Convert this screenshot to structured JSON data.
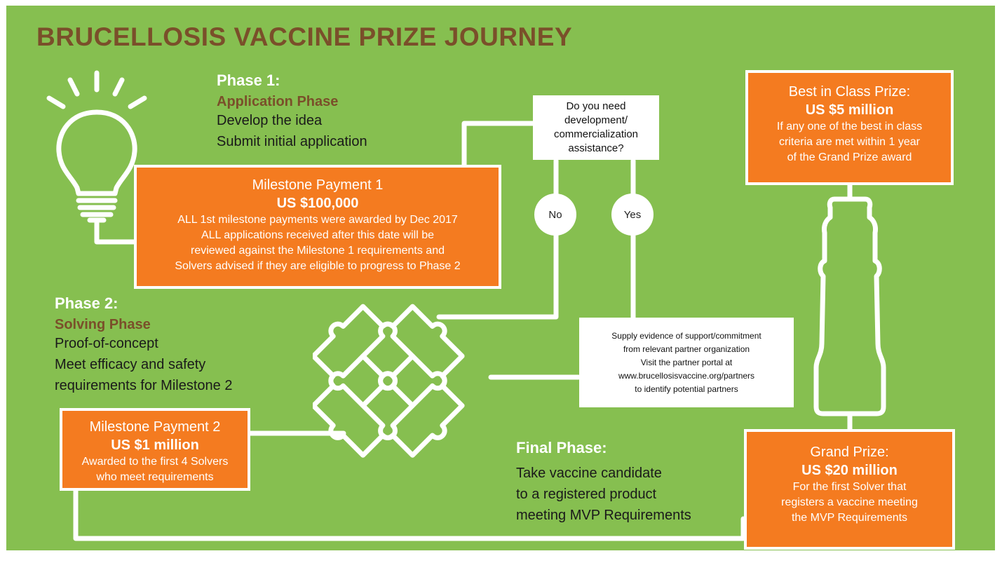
{
  "title": "BRUCELLOSIS VACCINE PRIZE JOURNEY",
  "phase1": {
    "heading": "Phase 1:",
    "subheading": "Application Phase",
    "lines": [
      "Develop the idea",
      "Submit initial application"
    ]
  },
  "milestone1": {
    "title": "Milestone Payment 1",
    "amount": "US $100,000",
    "lines": [
      "ALL 1st milestone payments were awarded by Dec 2017",
      "ALL applications received after this date will be",
      "reviewed against the Milestone 1 requirements  and",
      "Solvers advised if they are eligible to progress to Phase 2"
    ]
  },
  "question": {
    "lines": [
      "Do you need",
      "development/",
      "commercialization",
      "assistance?"
    ],
    "no_label": "No",
    "yes_label": "Yes"
  },
  "best_in_class": {
    "title": "Best in Class Prize:",
    "amount": "US $5 million",
    "lines": [
      "If any one of the best in class",
      "criteria are met within 1 year",
      "of the Grand Prize award"
    ]
  },
  "phase2": {
    "heading": "Phase 2:",
    "subheading": "Solving Phase",
    "lines": [
      "Proof-of-concept",
      "Meet efficacy and safety",
      "requirements for Milestone 2"
    ]
  },
  "partner_box": {
    "lines": [
      "Supply evidence of  support/commitment",
      "from relevant  partner organization",
      "Visit the partner portal at",
      "www.brucellosisvaccine.org/partners",
      "to identify potential partners"
    ]
  },
  "milestone2": {
    "title": "Milestone Payment 2",
    "amount": "US $1 million",
    "lines": [
      "Awarded to the first 4 Solvers",
      "who meet requirements"
    ]
  },
  "final_phase": {
    "heading": "Final Phase:",
    "lines": [
      "Take vaccine candidate",
      "to a registered product",
      "meeting MVP Requirements"
    ]
  },
  "grand_prize": {
    "title": "Grand Prize:",
    "amount": "US $20 million",
    "lines": [
      "For the first Solver that",
      "registers a vaccine meeting",
      "the MVP Requirements"
    ]
  },
  "colors": {
    "background": "#86bf50",
    "box_orange": "#f47b20",
    "brown_text": "#7a4f2a",
    "line": "#ffffff"
  },
  "icons": [
    "lightbulb-icon",
    "puzzle-icon",
    "vaccine-vial-icon"
  ]
}
